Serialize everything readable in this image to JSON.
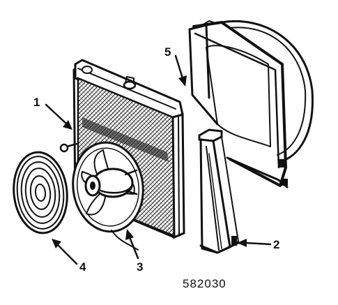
{
  "callouts": {
    "c1": "1",
    "c2": "2",
    "c3": "3",
    "c4": "4",
    "c5": "5"
  },
  "figure_id": "582030",
  "colors": {
    "ink": "#111111",
    "paper": "#ffffff"
  }
}
